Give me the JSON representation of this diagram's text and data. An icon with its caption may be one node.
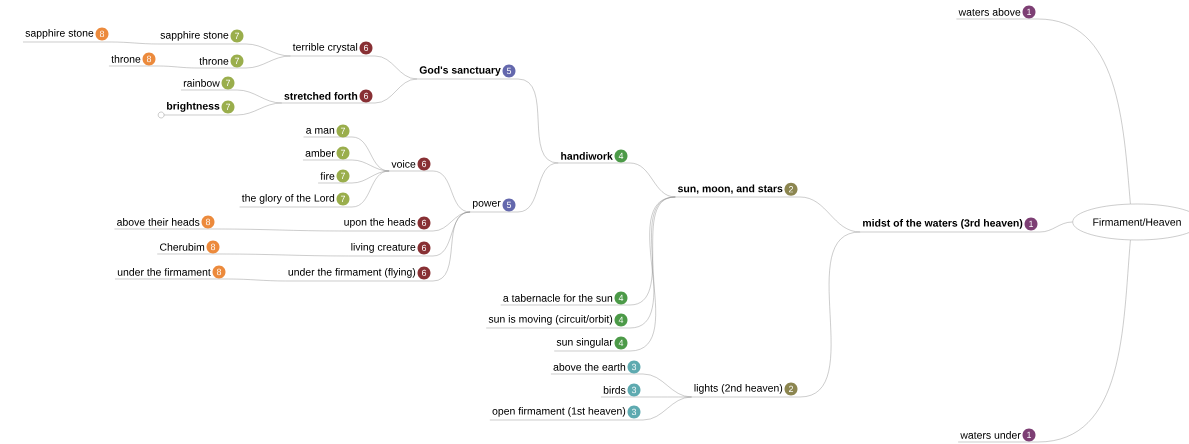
{
  "diagram": {
    "nodes": [
      {
        "text": [
          "Firmament/Heaven"
        ]
      },
      {
        "text": [
          "waters above",
          "1"
        ]
      },
      {
        "text": [
          "midst of the waters (3rd heaven)",
          "1"
        ]
      },
      {
        "text": [
          "waters under",
          "1"
        ]
      },
      {
        "text": [
          "sun, moon, and stars",
          "2"
        ]
      },
      {
        "text": [
          "lights (2nd heaven)",
          "2"
        ]
      },
      {
        "text": [
          "handiwork",
          "4"
        ]
      },
      {
        "text": [
          "a tabernacle for the sun",
          "4"
        ]
      },
      {
        "text": [
          "sun is moving (circuit/orbit)",
          "4"
        ]
      },
      {
        "text": [
          "sun singular",
          "4"
        ]
      },
      {
        "text": [
          "above the earth",
          "3"
        ]
      },
      {
        "text": [
          "birds",
          "3"
        ]
      },
      {
        "text": [
          "open firmament (1st heaven)",
          "3"
        ]
      },
      {
        "text": [
          "God's sanctuary",
          "5"
        ]
      },
      {
        "text": [
          "power",
          "5"
        ]
      },
      {
        "text": [
          "terrible crystal",
          "6"
        ]
      },
      {
        "text": [
          "stretched forth",
          "6"
        ]
      },
      {
        "text": [
          "sapphire stone",
          "7"
        ]
      },
      {
        "text": [
          "throne",
          "7"
        ]
      },
      {
        "text": [
          "sapphire stone",
          "8"
        ]
      },
      {
        "text": [
          "throne",
          "8"
        ]
      },
      {
        "text": [
          "rainbow",
          "7"
        ]
      },
      {
        "text": [
          "brightness",
          "7"
        ]
      },
      {
        "text": [
          "voice",
          "6"
        ]
      },
      {
        "text": [
          "upon the heads",
          "6"
        ]
      },
      {
        "text": [
          "living creature",
          "6"
        ]
      },
      {
        "text": [
          "under the firmament (flying)",
          "6"
        ]
      },
      {
        "text": [
          "a man",
          "7"
        ]
      },
      {
        "text": [
          "amber",
          "7"
        ]
      },
      {
        "text": [
          "fire",
          "7"
        ]
      },
      {
        "text": [
          "the glory of the Lord",
          "7"
        ]
      },
      {
        "text": [
          "above their heads",
          "8"
        ]
      },
      {
        "text": [
          "Cherubim",
          "8"
        ]
      },
      {
        "text": [
          "under the firmament",
          "8"
        ]
      }
    ],
    "edges": [
      {
        "from": 0,
        "to": 1,
        "arrow": "none"
      },
      {
        "from": 0,
        "to": 2,
        "arrow": "none"
      },
      {
        "from": 0,
        "to": 3,
        "arrow": "none"
      },
      {
        "from": 2,
        "to": 4,
        "arrow": "none"
      },
      {
        "from": 2,
        "to": 5,
        "arrow": "none"
      },
      {
        "from": 4,
        "to": 6,
        "arrow": "none"
      },
      {
        "from": 4,
        "to": 7,
        "arrow": "none"
      },
      {
        "from": 4,
        "to": 8,
        "arrow": "none"
      },
      {
        "from": 4,
        "to": 9,
        "arrow": "none"
      },
      {
        "from": 5,
        "to": 10,
        "arrow": "none"
      },
      {
        "from": 5,
        "to": 11,
        "arrow": "none"
      },
      {
        "from": 5,
        "to": 12,
        "arrow": "none"
      },
      {
        "from": 6,
        "to": 13,
        "arrow": "none"
      },
      {
        "from": 6,
        "to": 14,
        "arrow": "none"
      },
      {
        "from": 13,
        "to": 15,
        "arrow": "none"
      },
      {
        "from": 13,
        "to": 16,
        "arrow": "none"
      },
      {
        "from": 15,
        "to": 17,
        "arrow": "none"
      },
      {
        "from": 15,
        "to": 18,
        "arrow": "none"
      },
      {
        "from": 17,
        "to": 19,
        "arrow": "none"
      },
      {
        "from": 18,
        "to": 20,
        "arrow": "none"
      },
      {
        "from": 16,
        "to": 21,
        "arrow": "none"
      },
      {
        "from": 16,
        "to": 22,
        "arrow": "none"
      },
      {
        "from": 14,
        "to": 23,
        "arrow": "none"
      },
      {
        "from": 14,
        "to": 24,
        "arrow": "none"
      },
      {
        "from": 14,
        "to": 25,
        "arrow": "none"
      },
      {
        "from": 14,
        "to": 26,
        "arrow": "none"
      },
      {
        "from": 23,
        "to": 27,
        "arrow": "none"
      },
      {
        "from": 23,
        "to": 28,
        "arrow": "none"
      },
      {
        "from": 23,
        "to": 29,
        "arrow": "none"
      },
      {
        "from": 23,
        "to": 30,
        "arrow": "none"
      },
      {
        "from": 24,
        "to": 31,
        "arrow": "none"
      },
      {
        "from": 25,
        "to": 32,
        "arrow": "none"
      },
      {
        "from": 26,
        "to": 33,
        "arrow": "none"
      }
    ]
  }
}
